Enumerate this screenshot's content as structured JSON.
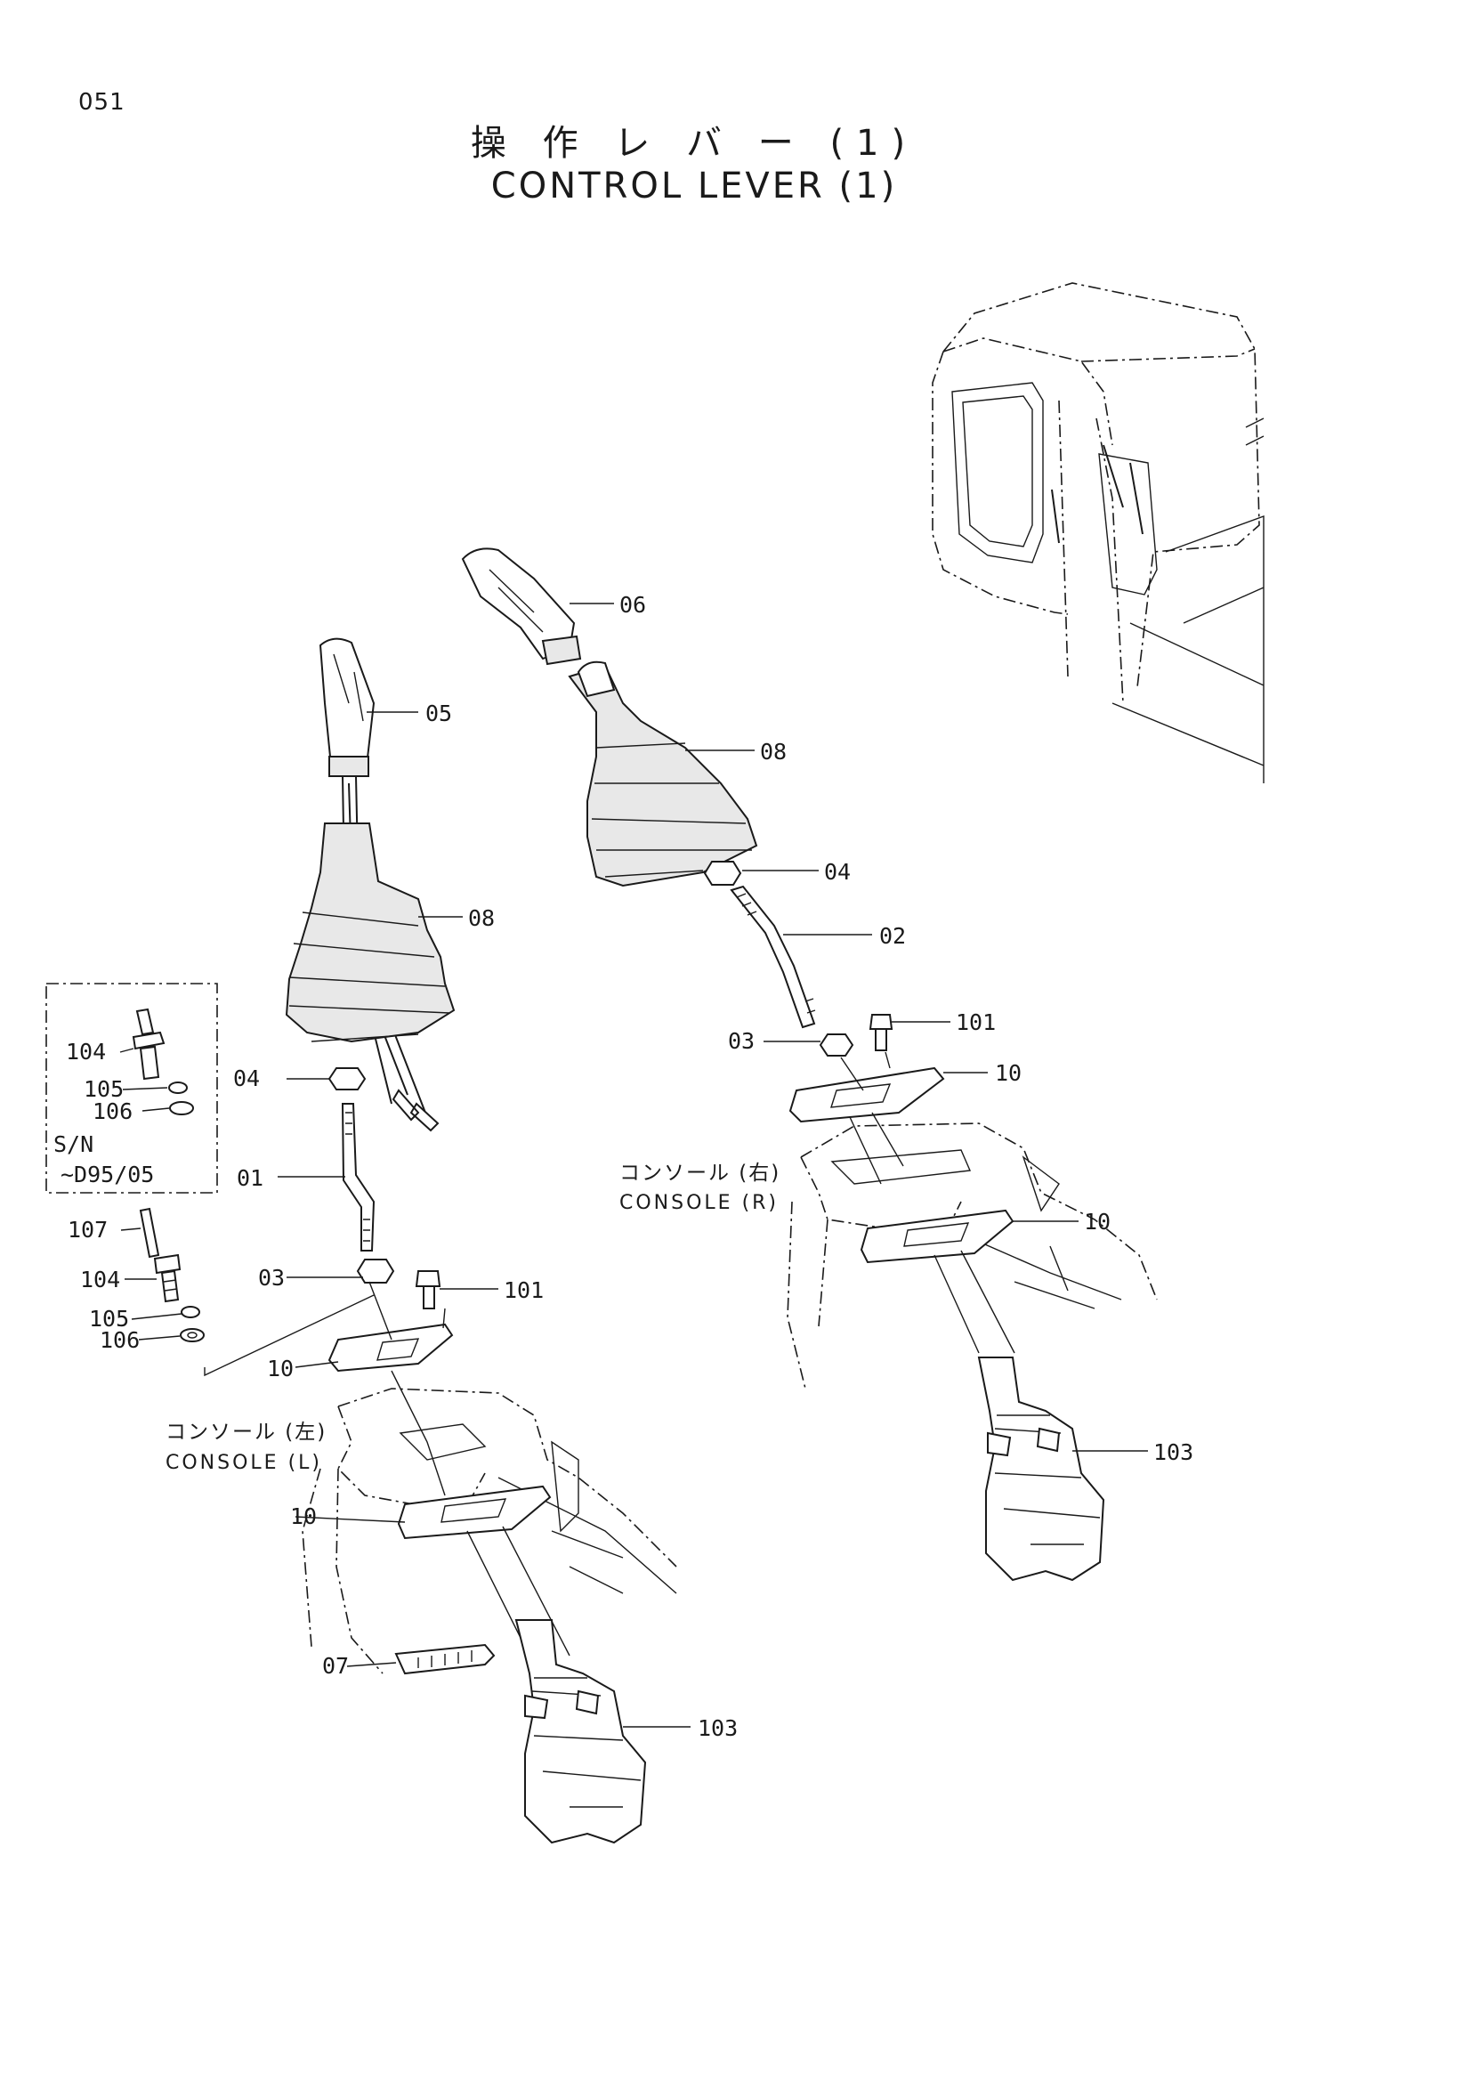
{
  "page_number": "051",
  "title": {
    "japanese": "操 作 レ バ ー (1)",
    "english": "CONTROL LEVER (1)"
  },
  "console_labels": {
    "left_jp": "コンソール (左)",
    "left_en": "CONSOLE (L)",
    "right_jp": "コンソール (右)",
    "right_en": "CONSOLE (R)"
  },
  "inset": {
    "serial_label": "S/N",
    "serial_range": "~D95/05",
    "callouts": [
      "104",
      "105",
      "106"
    ]
  },
  "callouts": {
    "c05": "05",
    "c06": "06",
    "c08_left": "08",
    "c08_right": "08",
    "c04_left": "04",
    "c04_right": "04",
    "c02": "02",
    "c01": "01",
    "c03_left": "03",
    "c03_right": "03",
    "c101_left": "101",
    "c101_right": "101",
    "c10_left_upper": "10",
    "c10_left_lower": "10",
    "c10_right_upper": "10",
    "c10_right_lower": "10",
    "c107": "107",
    "c104": "104",
    "c105": "105",
    "c106": "106",
    "c07": "07",
    "c103_left": "103",
    "c103_right": "103"
  }
}
